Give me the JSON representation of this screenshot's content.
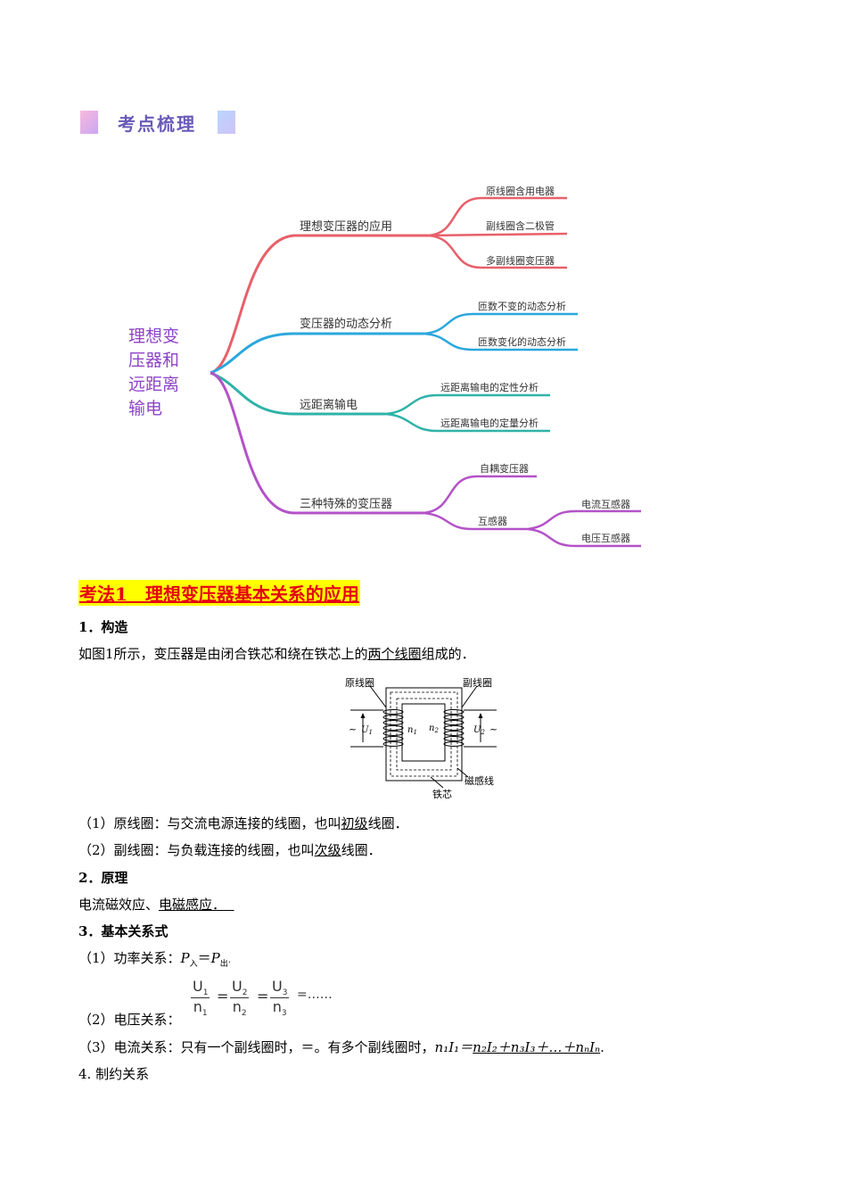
{
  "header": {
    "title": "考点梳理"
  },
  "mindmap": {
    "root_lines": [
      "理想变",
      "压器和",
      "远距离",
      "输电"
    ],
    "branches": [
      {
        "label": "理想变压器的应用",
        "color": "#e8606a",
        "children": [
          "原线圈含用电器",
          "副线圈含二极管",
          "多副线圈变压器"
        ]
      },
      {
        "label": "变压器的动态分析",
        "color": "#2ba7dc",
        "children": [
          "匝数不变的动态分析",
          "匝数变化的动态分析"
        ]
      },
      {
        "label": "远距离输电",
        "color": "#2fb3a8",
        "children": [
          "远距离输电的定性分析",
          "远距离输电的定量分析"
        ]
      },
      {
        "label": "三种特殊的变压器",
        "color": "#b452c8",
        "children": [
          "自耦变压器",
          "互感器"
        ],
        "grandchildren": [
          "电流互感器",
          "电压互感器"
        ]
      }
    ]
  },
  "section": {
    "title": "考法1　理想变压器基本关系的应用",
    "h1": "1．构造",
    "p1_pre": "如图1所示，变压器是由闭合铁芯和绕在铁芯上的",
    "p1_u": "两个线圈",
    "p1_post": "组成的．",
    "figure": {
      "primary": "原线圈",
      "secondary": "副线圈",
      "core": "铁芯",
      "flux": "磁感线",
      "u1": "U",
      "u1_sub": "1",
      "u2": "U",
      "u2_sub": "2",
      "n1": "n",
      "n1_sub": "1",
      "n2": "n",
      "n2_sub": "2",
      "ac": "~"
    },
    "l1_pre": "（1）原线圈：与交流电源连接的线圈，也叫",
    "l1_u": "初级",
    "l1_post": "线圈．",
    "l2_pre": "（2）副线圈：与负载连接的线圈，也叫",
    "l2_u": "次级",
    "l2_post": "线圈．",
    "h2": "2．原理",
    "p2_pre": "电流磁效应、",
    "p2_u": "电磁感应．",
    "h3": "3．基本关系式",
    "power_pre": "（1）功率关系：",
    "power_p1": "P",
    "power_sub1": "入",
    "power_eq": "＝",
    "power_p2": "P",
    "power_sub2": "出",
    "power_end": ".",
    "voltage_label": "（2）电压关系：",
    "voltage_tail": "=……",
    "frac1": {
      "num": "U",
      "num_sub": "1",
      "den": "n",
      "den_sub": "1"
    },
    "frac2": {
      "num": "U",
      "num_sub": "2",
      "den": "n",
      "den_sub": "2"
    },
    "frac3": {
      "num": "U",
      "num_sub": "3",
      "den": "n",
      "den_sub": "3"
    },
    "eq": "=",
    "current_pre": "（3）电流关系：只有一个副线圈时，＝。有多个副线圈时，",
    "current_formula": "n₁I₁＝",
    "current_u": "n₂I₂＋n₃I₃＋…＋nₙIₙ",
    "current_end": ".",
    "h4": "4. 制约关系"
  }
}
